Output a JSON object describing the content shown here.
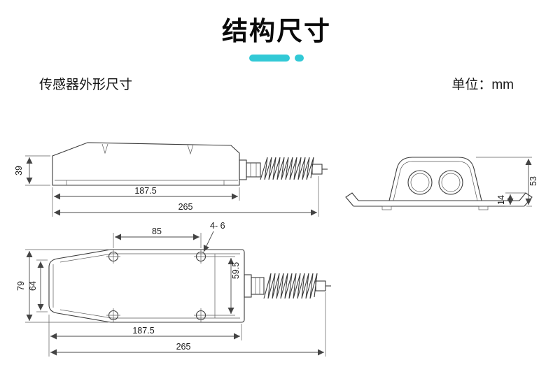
{
  "header": {
    "title": "结构尺寸",
    "section_label": "传感器外形尺寸",
    "unit_label": "单位：mm"
  },
  "colors": {
    "accent": "#32c9d6",
    "line": "#3b3b3b",
    "text": "#111111"
  },
  "views": {
    "side": {
      "label": "side-view",
      "dims": {
        "height": "39",
        "body_length": "187.5",
        "overall_length": "265"
      }
    },
    "front": {
      "label": "front-view",
      "dims": {
        "overall_height": "53",
        "bracket_height": "14"
      }
    },
    "top": {
      "label": "top-view",
      "dims": {
        "hole_spacing_x": "85",
        "holes_note": "4- 6",
        "hole_spacing_y": "59.5",
        "overall_width": "79",
        "inner_width": "64",
        "body_length": "187.5",
        "overall_length": "265"
      }
    }
  }
}
